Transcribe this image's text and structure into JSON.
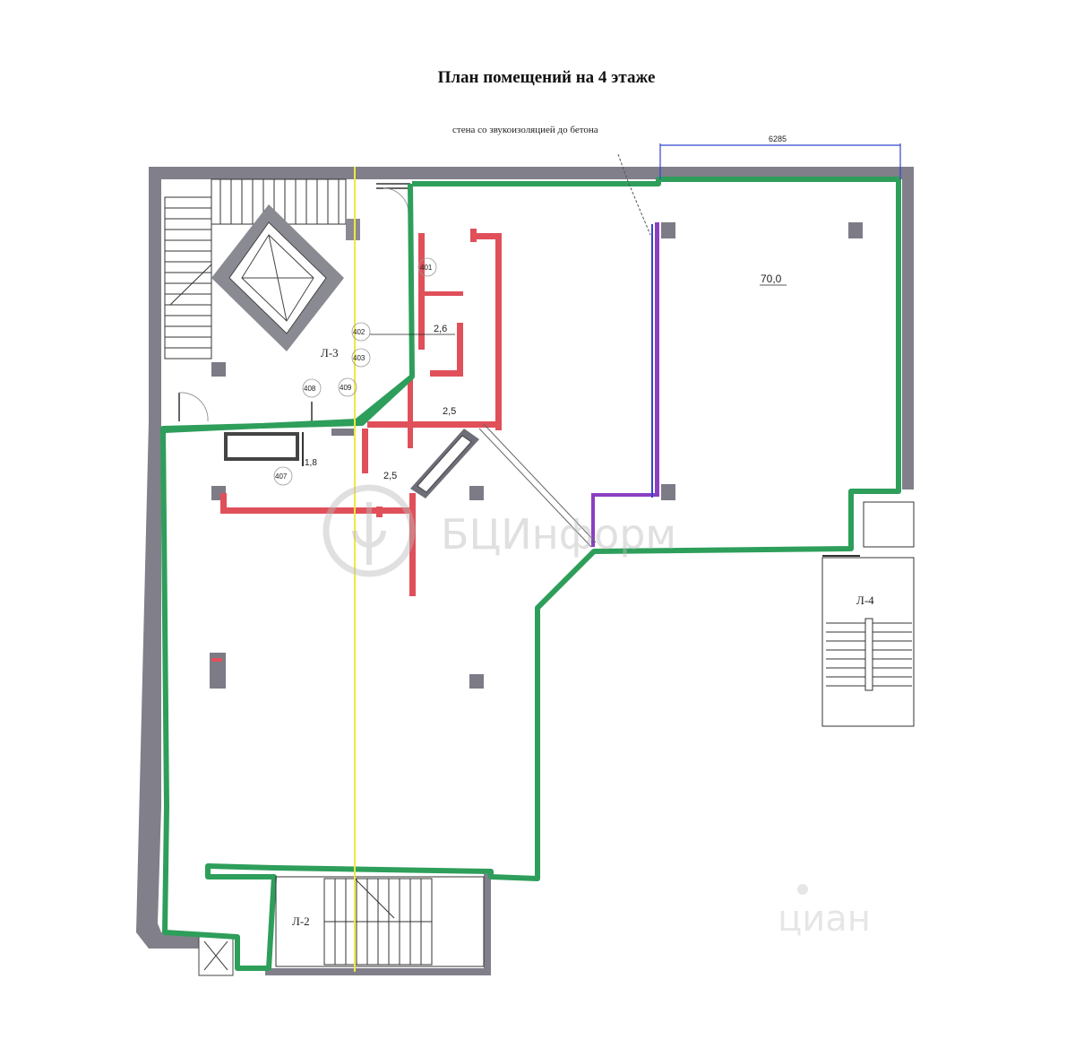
{
  "title": "План помещений на 4 этаже",
  "note": "стена со звукоизоляцией до бетона",
  "dimension_label": "6285",
  "rooms": {
    "main_area": "70,0",
    "r1": "2,6",
    "r2": "2,5",
    "r3": "2,5",
    "r4": "1,8"
  },
  "stairs": {
    "l2": "Л-2",
    "l3": "Л-3",
    "l4": "Л-4"
  },
  "room_numbers": {
    "n401": "401",
    "n402": "402",
    "n403": "403",
    "n407": "407",
    "n408": "408",
    "n409": "409"
  },
  "watermarks": {
    "bcinform": "БЦИнформ",
    "cian": "циан"
  },
  "colors": {
    "outer_wall": "#807f8a",
    "rented_boundary": "#2e9e5b",
    "partitions": "#e0505a",
    "sound_wall": "#8b3fc0",
    "dimension_line": "#3344cc",
    "axis_line": "#f0e840"
  }
}
